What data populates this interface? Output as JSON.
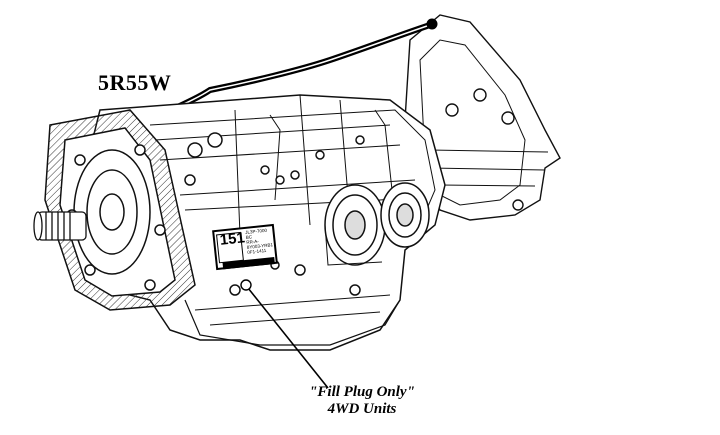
{
  "diagram": {
    "model_label": "5R55W",
    "callout": {
      "line1": "\"Fill Plug Only\"",
      "line2": "4WD Units"
    },
    "tag": {
      "number": "151",
      "fine_print": [
        "JL3P-7000",
        "BC",
        "RR-A-",
        "8Y003-YRB1",
        "0F1-1411"
      ]
    }
  }
}
